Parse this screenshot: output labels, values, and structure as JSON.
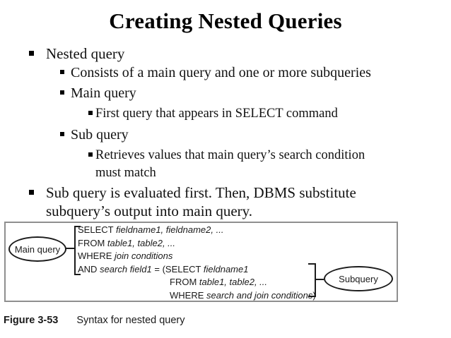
{
  "slide": {
    "title": "Creating Nested Queries",
    "bullets": [
      {
        "level": 1,
        "text": "Nested query"
      },
      {
        "level": 2,
        "text": "Consists of a main query and one or more subqueries"
      },
      {
        "level": 2,
        "text": "Main query"
      },
      {
        "level": 3,
        "text": "First query that appears in SELECT command"
      },
      {
        "level": 2,
        "text": "Sub query"
      },
      {
        "level": 3,
        "text": "Retrieves values that main query’s search condition\nmust match"
      },
      {
        "level": 1,
        "text": "Sub query is evaluated first. Then, DBMS substitute\nsubquery’s output into main query."
      }
    ]
  },
  "figure": {
    "main_query_label": "Main query",
    "subquery_label": "Subquery",
    "sql_lines": [
      {
        "indent": false,
        "runs": [
          {
            "t": "SELECT ",
            "i": false
          },
          {
            "t": "fieldname1, fieldname2, ...",
            "i": true
          }
        ]
      },
      {
        "indent": false,
        "runs": [
          {
            "t": "FROM ",
            "i": false
          },
          {
            "t": "table1, table2, ...",
            "i": true
          }
        ]
      },
      {
        "indent": false,
        "runs": [
          {
            "t": "WHERE ",
            "i": false
          },
          {
            "t": "join conditions",
            "i": true
          }
        ]
      },
      {
        "indent": false,
        "runs": [
          {
            "t": "AND ",
            "i": false
          },
          {
            "t": "search field1",
            "i": true
          },
          {
            "t": " = (SELECT ",
            "i": false
          },
          {
            "t": "fieldname1",
            "i": true
          }
        ]
      },
      {
        "indent": true,
        "runs": [
          {
            "t": "FROM ",
            "i": false
          },
          {
            "t": "table1, table2, ...",
            "i": true
          }
        ]
      },
      {
        "indent": true,
        "runs": [
          {
            "t": "WHERE ",
            "i": false
          },
          {
            "t": "search and join conditions",
            "i": true
          },
          {
            "t": ")",
            "i": false
          }
        ]
      }
    ],
    "caption_label": "Figure 3-53",
    "caption_text": "Syntax for nested query",
    "border_color": "#8f8f8f",
    "accent_color": "#1c1c1c"
  }
}
